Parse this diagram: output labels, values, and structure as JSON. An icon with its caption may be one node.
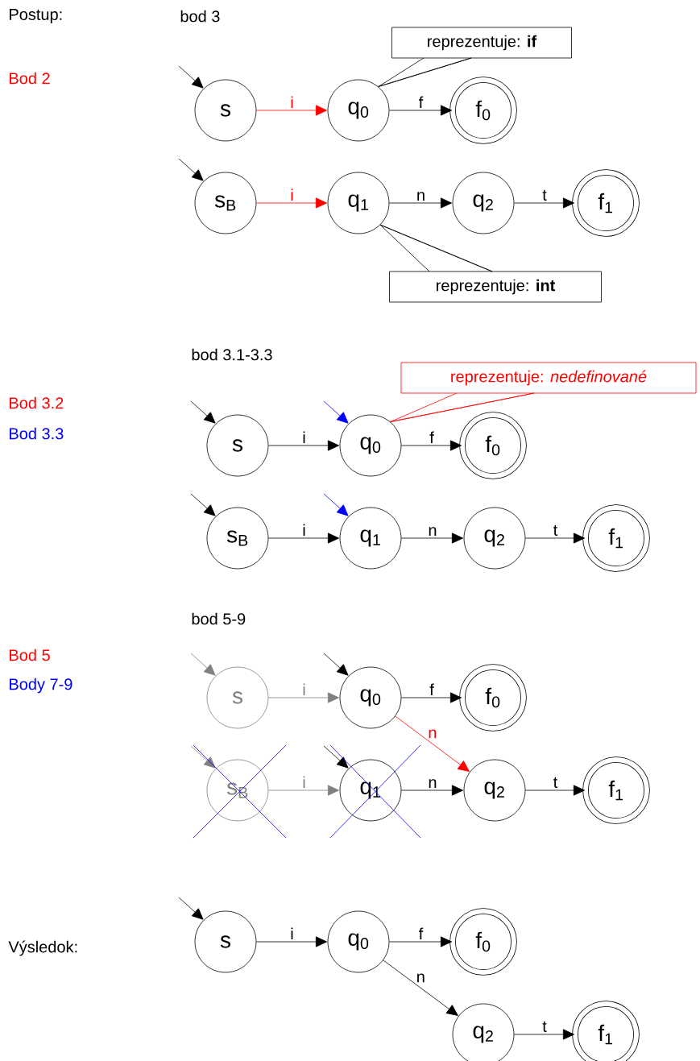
{
  "diagram": {
    "nodes": [
      {
        "text": [
          "s"
        ]
      },
      {
        "text": [
          "q$_{0}$"
        ]
      },
      {
        "text": [
          "f$_{0}$"
        ]
      },
      {
        "text": [
          "s$_{B}$"
        ]
      },
      {
        "text": [
          "q$_{1}$"
        ]
      },
      {
        "text": [
          "q$_{2}$"
        ]
      },
      {
        "text": [
          "f$_{1}$"
        ]
      },
      {
        "text": [
          "reprezentuje: **if**"
        ]
      },
      {
        "text": [
          "reprezentuje: **int**"
        ]
      },
      {
        "text": [
          "s"
        ]
      },
      {
        "text": [
          "q$_{0}$"
        ]
      },
      {
        "text": [
          "f$_{0}$"
        ]
      },
      {
        "text": [
          "s$_{B}$"
        ]
      },
      {
        "text": [
          "q$_{1}$"
        ]
      },
      {
        "text": [
          "q$_{2}$"
        ]
      },
      {
        "text": [
          "f$_{1}$"
        ]
      },
      {
        "text": [
          "reprezentuje: *nedefinované*"
        ]
      },
      {
        "text": [
          "s"
        ]
      },
      {
        "text": [
          "q$_{0}$"
        ]
      },
      {
        "text": [
          "f$_{0}$"
        ]
      },
      {
        "text": [
          "s$_{B}$"
        ]
      },
      {
        "text": [
          "q$_{1}$"
        ]
      },
      {
        "text": [
          "q$_{2}$"
        ]
      },
      {
        "text": [
          "f$_{1}$"
        ]
      },
      {
        "text": [
          "s"
        ]
      },
      {
        "text": [
          "q$_{0}$"
        ]
      },
      {
        "text": [
          "f$_{0}$"
        ]
      },
      {
        "text": [
          "q$_{2}$"
        ]
      },
      {
        "text": [
          "f$_{1}$"
        ]
      }
    ],
    "edges": [
      {
        "from": null,
        "to": 0,
        "arrow": "to"
      },
      {
        "from": 0,
        "to": 1,
        "arrow": "to",
        "label": "i",
        "color": "#ff0000"
      },
      {
        "from": 1,
        "to": 2,
        "arrow": "to",
        "label": "f"
      },
      {
        "from": null,
        "to": 3,
        "arrow": "to"
      },
      {
        "from": 3,
        "to": 4,
        "arrow": "to",
        "label": "i",
        "color": "#ff0000"
      },
      {
        "from": 4,
        "to": 5,
        "arrow": "to",
        "label": "n"
      },
      {
        "from": 5,
        "to": 6,
        "arrow": "to",
        "label": "t"
      },
      {
        "from": 7,
        "to": 1,
        "arrow": "none"
      },
      {
        "from": 8,
        "to": 4,
        "arrow": "none"
      },
      {
        "from": null,
        "to": 9,
        "arrow": "to"
      },
      {
        "from": 9,
        "to": 10,
        "arrow": "to",
        "label": "i"
      },
      {
        "from": null,
        "to": 10,
        "arrow": "to",
        "color": "#0000ff"
      },
      {
        "from": 10,
        "to": 11,
        "arrow": "to",
        "label": "f"
      },
      {
        "from": null,
        "to": 12,
        "arrow": "to"
      },
      {
        "from": 12,
        "to": 13,
        "arrow": "to",
        "label": "i"
      },
      {
        "from": null,
        "to": 13,
        "arrow": "to",
        "color": "#0000ff"
      },
      {
        "from": 13,
        "to": 14,
        "arrow": "to",
        "label": "n"
      },
      {
        "from": 14,
        "to": 15,
        "arrow": "to",
        "label": "t"
      },
      {
        "from": 16,
        "to": 10,
        "arrow": "none",
        "color": "#ff0000"
      },
      {
        "from": null,
        "to": 17,
        "arrow": "to",
        "color": "#808080"
      },
      {
        "from": 17,
        "to": 18,
        "arrow": "to",
        "label": "i",
        "color": "#808080"
      },
      {
        "from": null,
        "to": 18,
        "arrow": "to"
      },
      {
        "from": 18,
        "to": 19,
        "arrow": "to",
        "label": "f"
      },
      {
        "from": 18,
        "to": 22,
        "arrow": "to",
        "label": "n",
        "color": "#ff0000"
      },
      {
        "from": null,
        "to": 20,
        "arrow": "to",
        "color": "#808080"
      },
      {
        "from": 20,
        "to": 21,
        "arrow": "to",
        "label": "i",
        "color": "#808080"
      },
      {
        "from": null,
        "to": 21,
        "arrow": "to"
      },
      {
        "from": 21,
        "to": 22,
        "arrow": "to",
        "label": "n"
      },
      {
        "from": 22,
        "to": 23,
        "arrow": "to",
        "label": "t"
      },
      {
        "from": null,
        "to": 24,
        "arrow": "to"
      },
      {
        "from": 24,
        "to": 25,
        "arrow": "to",
        "label": "i"
      },
      {
        "from": 25,
        "to": 26,
        "arrow": "to",
        "label": "f"
      },
      {
        "from": 25,
        "to": 27,
        "arrow": "to",
        "label": "n"
      },
      {
        "from": 27,
        "to": 28,
        "arrow": "to",
        "label": "t"
      }
    ],
    "labels": [
      "Postup:",
      "bod 3",
      "Bod 2",
      "bod 3.1-3.3",
      "Bod 3.2",
      "Bod 3.3",
      "bod 5-9",
      "Bod 5",
      "Body 7-9",
      "Výsledok:"
    ]
  }
}
